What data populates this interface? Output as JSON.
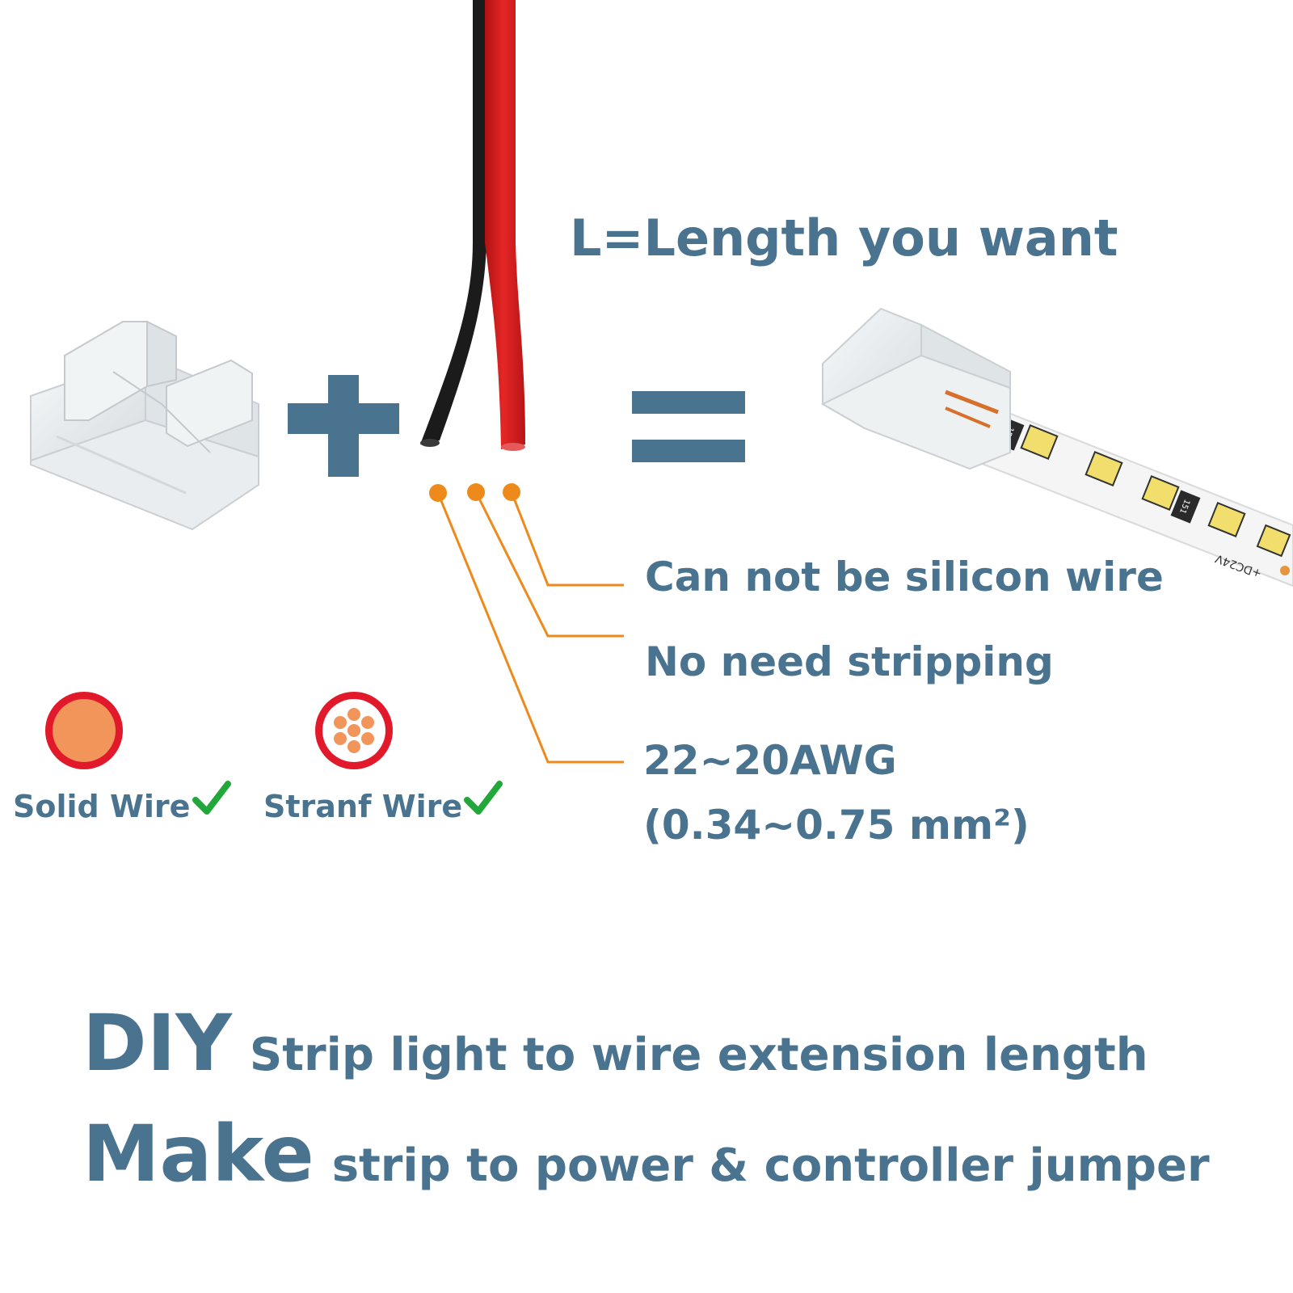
{
  "colors": {
    "text": "#4a7390",
    "callout": "#ee8a1c",
    "wire_red": "#d81e1e",
    "wire_black": "#1b1b1b",
    "check": "#22a83a",
    "copper": "#f2955a"
  },
  "icons": {
    "plus": "plus-icon",
    "equals": "equals-icon",
    "check": "check-icon"
  },
  "header": {
    "length_label": "L=Length you want"
  },
  "features": {
    "silicon": "Can not be silicon wire",
    "stripping": "No need stripping",
    "awg": "22~20AWG",
    "mm": "(0.34~0.75 mm²)"
  },
  "wire_types": {
    "solid": "Solid Wire",
    "stranf": "Stranf Wire"
  },
  "strip": {
    "resistor_code": "151",
    "voltage": "+DC24V"
  },
  "bottom": {
    "line1_big": "DIY",
    "line1_small": "Strip light to wire extension length",
    "line2_big": "Make",
    "line2_small": "strip to power & controller jumper"
  }
}
